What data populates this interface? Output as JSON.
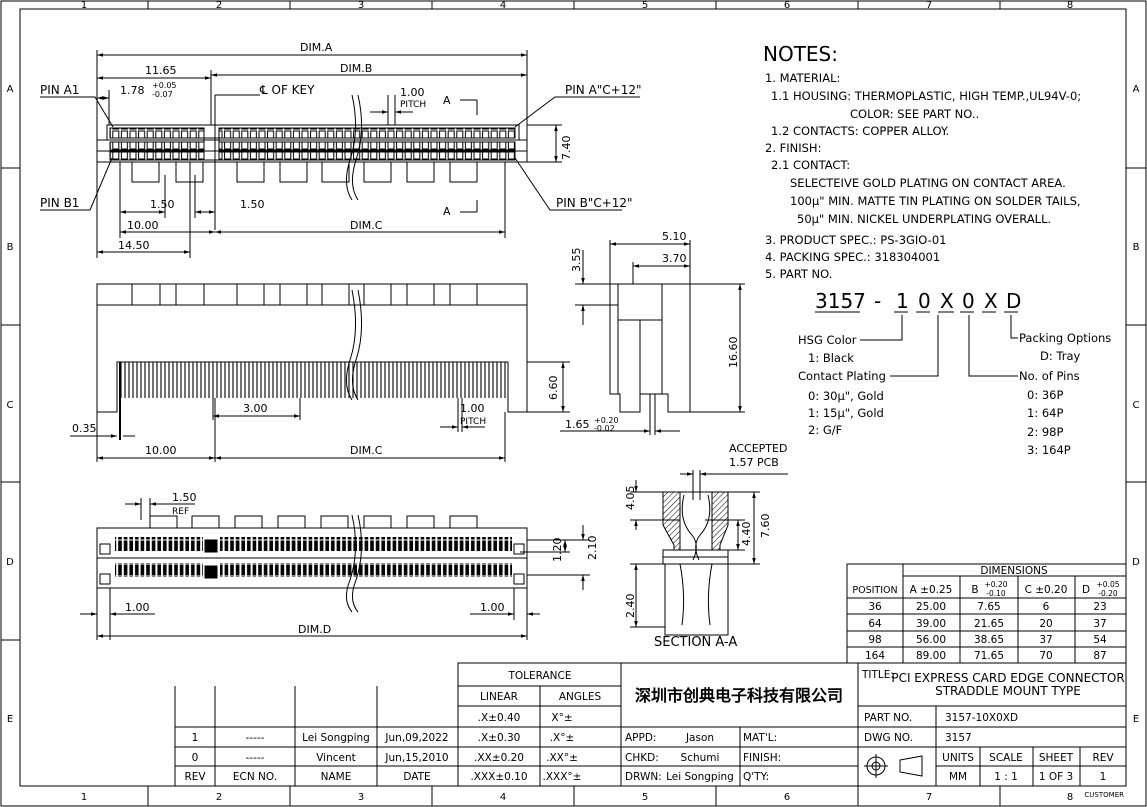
{
  "grid": {
    "columns": [
      "1",
      "2",
      "3",
      "4",
      "5",
      "6",
      "7",
      "8"
    ],
    "rows": [
      "A",
      "B",
      "C",
      "D",
      "E"
    ]
  },
  "top_view": {
    "dim_a": "DIM.A",
    "dim_b": "DIM.B",
    "dim_c": "DIM.C",
    "d_11_65": "11.65",
    "d_1_78": "1.78",
    "d_1_78_tol_plus": "+0.05",
    "d_1_78_tol_minus": "-0.07",
    "key_label": "℄ OF KEY",
    "pitch_value": "1.00",
    "pitch_label": "PITCH",
    "section_a": "A",
    "pin_a1": "PIN A1",
    "pin_b1": "PIN B1",
    "pin_ac": "PIN A\"C+12\"",
    "pin_bc": "PIN B\"C+12\"",
    "d_7_40": "7.40",
    "d_1_50_left": "1.50",
    "d_1_50_right": "1.50",
    "d_10_00": "10.00",
    "d_14_50": "14.50"
  },
  "front_view": {
    "d_0_35": "0.35",
    "d_3_00": "3.00",
    "pitch_value": "1.00",
    "pitch_label": "PITCH",
    "d_10_00": "10.00",
    "dim_c": "DIM.C",
    "d_6_60": "6.60"
  },
  "side_view": {
    "d_5_10": "5.10",
    "d_3_70": "3.70",
    "d_3_55": "3.55",
    "d_16_60": "16.60",
    "d_1_65": "1.65",
    "d_1_65_tol_plus": "+0.20",
    "d_1_65_tol_minus": "-0.02"
  },
  "section_view": {
    "accepted": "ACCEPTED",
    "pcb": "1.57 PCB",
    "d_4_05": "4.05",
    "d_4_40": "4.40",
    "d_7_60": "7.60",
    "d_2_40": "2.40",
    "title": "SECTION A-A"
  },
  "bottom_view": {
    "d_1_50": "1.50",
    "ref": "REF",
    "d_2_10": "2.10",
    "d_1_20": "1.20",
    "d_1_00_left": "1.00",
    "d_1_00_right": "1.00",
    "dim_d": "DIM.D"
  },
  "notes": {
    "title": "NOTES:",
    "lines": [
      "1. MATERIAL:",
      "1.1 HOUSING: THERMOPLASTIC, HIGH TEMP.,UL94V-0;",
      "COLOR: SEE PART NO..",
      "1.2 CONTACTS: COPPER ALLOY.",
      "2. FINISH:",
      "2.1 CONTACT:",
      "SELECTEIVE GOLD PLATING ON CONTACT AREA.",
      "100μ\" MIN. MATTE TIN PLATING ON SOLDER TAILS,",
      "50μ\" MIN. NICKEL UNDERPLATING OVERALL.",
      "3. PRODUCT SPEC.: PS-3GIO-01",
      "4. PACKING SPEC.: 318304001",
      "5. PART NO."
    ]
  },
  "part_no": {
    "base": "3157",
    "dash": "-",
    "chars": [
      "1",
      "0",
      "X",
      "0",
      "X",
      "D"
    ],
    "hsg_color": "HSG Color",
    "hsg_black": "1: Black",
    "contact_plating": "Contact Plating",
    "plating_options": [
      "0: 30μ\", Gold",
      "1: 15μ\", Gold",
      "2: G/F"
    ],
    "packing_options": "Packing Options",
    "packing_tray": "D: Tray",
    "no_of_pins": "No. of Pins",
    "pin_options": [
      "0: 36P",
      "1: 64P",
      "2: 98P",
      "3: 164P"
    ]
  },
  "dimensions_table": {
    "title": "DIMENSIONS",
    "headers": [
      "POSITION",
      "A ±0.25",
      "B",
      "C ±0.20",
      "D"
    ],
    "b_tol_plus": "+0.20",
    "b_tol_minus": "-0.10",
    "d_tol_plus": "+0.05",
    "d_tol_minus": "-0.20",
    "rows": [
      [
        "36",
        "25.00",
        "7.65",
        "6",
        "23"
      ],
      [
        "64",
        "39.00",
        "21.65",
        "20",
        "37"
      ],
      [
        "98",
        "56.00",
        "38.65",
        "37",
        "54"
      ],
      [
        "164",
        "89.00",
        "71.65",
        "70",
        "87"
      ]
    ]
  },
  "tolerance": {
    "title": "TOLERANCE",
    "linear": "LINEAR",
    "angles": "ANGLES",
    "rows": [
      [
        ".X±0.40",
        "X°±"
      ],
      [
        ".X±0.30",
        ".X°±"
      ],
      [
        ".XX±0.20",
        ".XX°±"
      ],
      [
        ".XXX±0.10",
        ".XXX°±"
      ]
    ]
  },
  "revisions": {
    "rows": [
      [
        "1",
        "-----",
        "Lei Songping",
        "Jun,09,2022"
      ],
      [
        "0",
        "-----",
        "Vincent",
        "Jun,15,2010"
      ]
    ],
    "headers": [
      "REV",
      "ECN NO.",
      "NAME",
      "DATE"
    ]
  },
  "company": "深圳市创典电子科技有限公司",
  "approvals": {
    "appd_label": "APPD:",
    "appd": "Jason",
    "chkd_label": "CHKD:",
    "chkd": "Schumi",
    "drwn_label": "DRWN:",
    "drwn": "Lei Songping",
    "matl": "MAT'L:",
    "finish": "FINISH:",
    "qty": "Q'TY:"
  },
  "title_block": {
    "title_label": "TITLE:",
    "title_line1": "PCI EXPRESS CARD EDGE CONNECTOR",
    "title_line2": "STRADDLE MOUNT TYPE",
    "part_no_label": "PART NO.",
    "part_no": "3157-10X0XD",
    "dwg_no_label": "DWG NO.",
    "dwg_no": "3157",
    "units_label": "UNITS",
    "units": "MM",
    "scale_label": "SCALE",
    "scale": "1 : 1",
    "sheet_label": "SHEET",
    "sheet": "1 OF 3",
    "rev_label": "REV",
    "rev": "1",
    "customer": "CUSTOMER"
  }
}
